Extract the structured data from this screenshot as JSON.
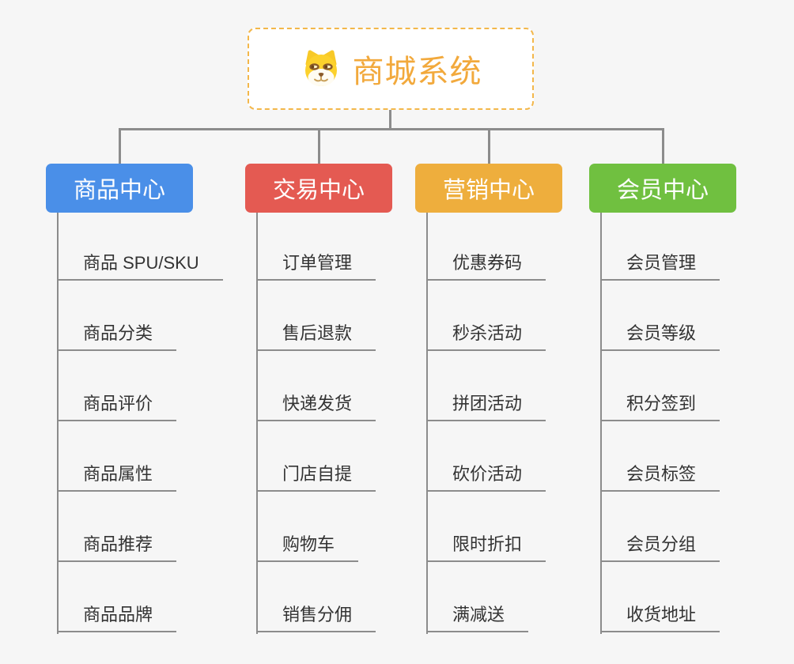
{
  "root": {
    "title": "商城系统",
    "icon": "shiba-dog-icon",
    "title_color": "#f2a93c",
    "border_color": "#f3b74a"
  },
  "connector_color": "#8c8c8c",
  "branches": [
    {
      "label": "商品中心",
      "color": "#4a8fe8",
      "children": [
        "商品 SPU/SKU",
        "商品分类",
        "商品评价",
        "商品属性",
        "商品推荐",
        "商品品牌"
      ]
    },
    {
      "label": "交易中心",
      "color": "#e45a52",
      "children": [
        "订单管理",
        "售后退款",
        "快递发货",
        "门店自提",
        "购物车",
        "销售分佣"
      ]
    },
    {
      "label": "营销中心",
      "color": "#eeae3d",
      "children": [
        "优惠券码",
        "秒杀活动",
        "拼团活动",
        "砍价活动",
        "限时折扣",
        "满减送"
      ]
    },
    {
      "label": "会员中心",
      "color": "#70c040",
      "children": [
        "会员管理",
        "会员等级",
        "积分签到",
        "会员标签",
        "会员分组",
        "收货地址"
      ]
    }
  ]
}
